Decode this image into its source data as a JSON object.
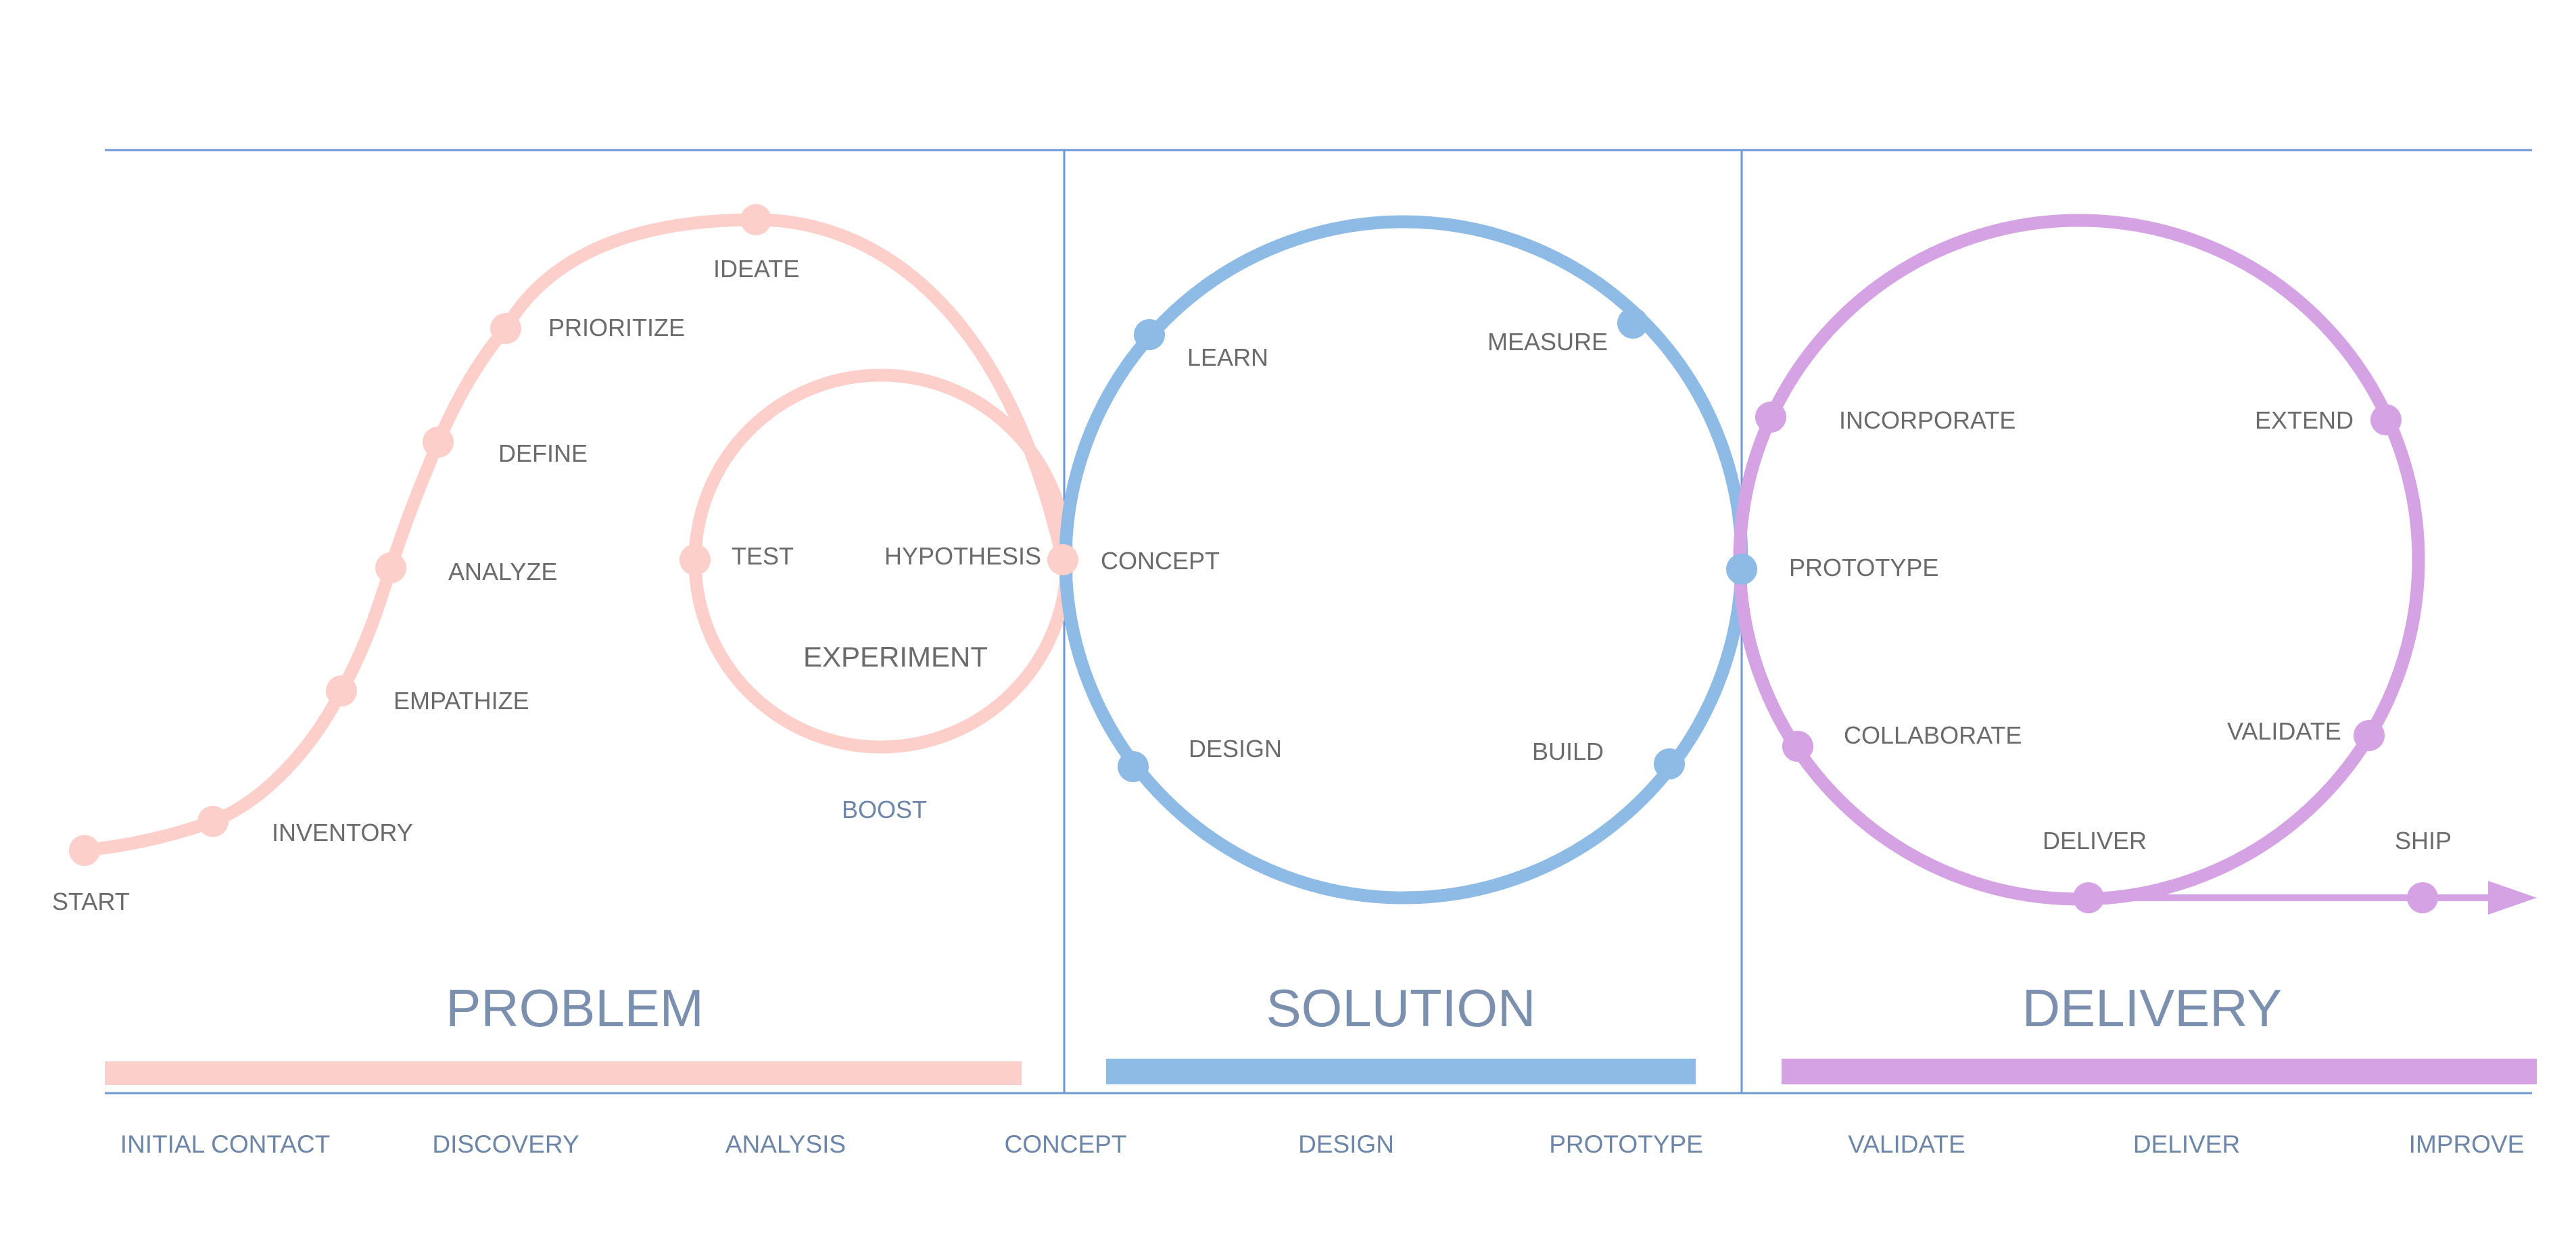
{
  "colors": {
    "problem": "#fdcfca",
    "solution": "#8dbbe6",
    "delivery": "#d5a2e3",
    "rule": "#6d97d6",
    "label": "#6b6b6b",
    "section_label": "#7b8fae"
  },
  "problem": {
    "path_nodes": [
      "START",
      "INVENTORY",
      "EMPATHIZE",
      "ANALYZE",
      "DEFINE",
      "PRIORITIZE",
      "IDEATE"
    ],
    "loop": {
      "center_label": "EXPERIMENT",
      "left_node": "TEST",
      "right_node": "HYPOTHESIS",
      "caption": "BOOST"
    },
    "section_title": "PROBLEM"
  },
  "solution": {
    "nodes": {
      "left": "CONCEPT",
      "upper_left": "LEARN",
      "upper_right": "MEASURE",
      "lower_left": "DESIGN",
      "lower_right": "BUILD"
    },
    "section_title": "SOLUTION"
  },
  "delivery": {
    "nodes": {
      "left": "PROTOTYPE",
      "upper_left": "INCORPORATE",
      "upper_right": "EXTEND",
      "lower_left": "COLLABORATE",
      "lower_right": "VALIDATE",
      "bottom": "DELIVER",
      "exit": "SHIP"
    },
    "section_title": "DELIVERY"
  },
  "timeline": [
    "INITIAL CONTACT",
    "DISCOVERY",
    "ANALYSIS",
    "CONCEPT",
    "DESIGN",
    "PROTOTYPE",
    "VALIDATE",
    "DELIVER",
    "IMPROVE"
  ]
}
